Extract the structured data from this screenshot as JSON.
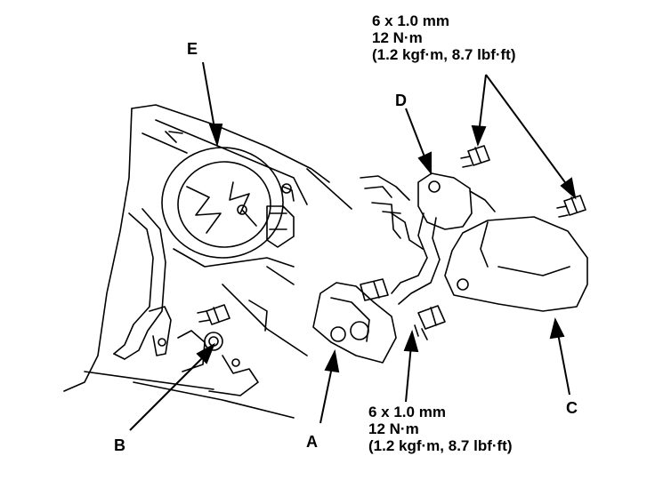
{
  "callouts": {
    "a": "A",
    "b": "B",
    "c": "C",
    "d": "D",
    "e": "E"
  },
  "torque_spec_top": {
    "size": "6 x 1.0 mm",
    "torque_nm": "12 N·m",
    "torque_alt": "(1.2 kgf·m, 8.7 lbf·ft)"
  },
  "torque_spec_bottom": {
    "size": "6 x 1.0 mm",
    "torque_nm": "12 N·m",
    "torque_alt": "(1.2 kgf·m, 8.7 lbf·ft)"
  }
}
